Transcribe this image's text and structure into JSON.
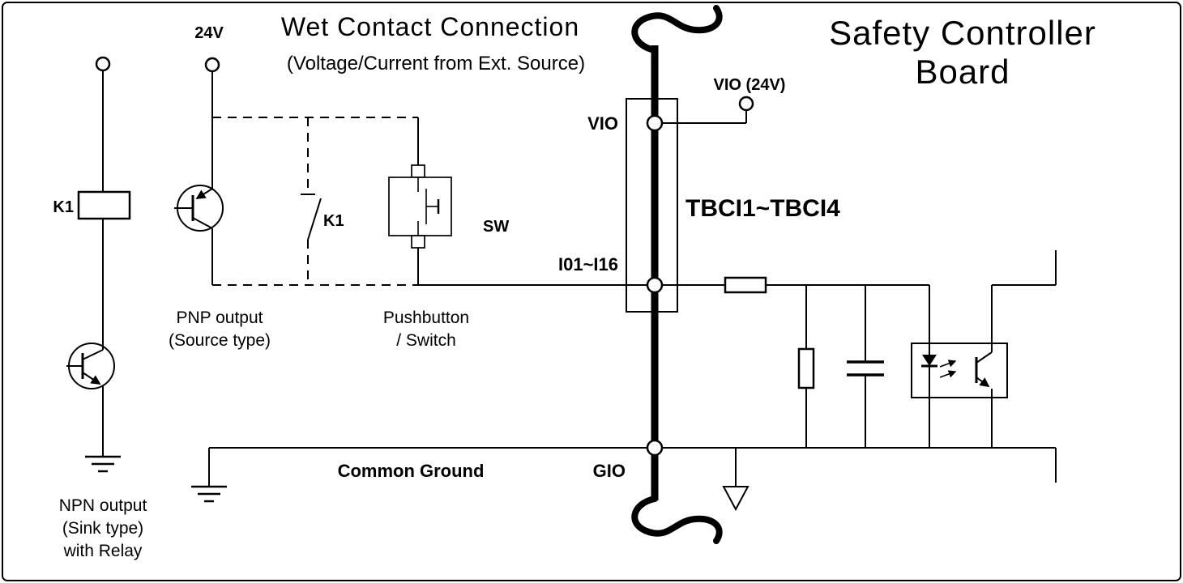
{
  "diagram": {
    "title": "Wet Contact Connection",
    "subtitle": "(Voltage/Current from Ext. Source)",
    "board_title": [
      "Safety Controller",
      "Board"
    ],
    "supply_label": "24V",
    "relay_coil_label": "K1",
    "relay_contact_label": "K1",
    "switch_label": "SW",
    "terminal_block": {
      "vio_label": "VIO",
      "input_range_label": "I01~I16",
      "block_label": "TBCI1~TBCI4",
      "ground_label": "GIO",
      "vio_external_label": "VIO (24V)"
    },
    "common_ground_label": "Common Ground",
    "captions": {
      "pnp": [
        "PNP output",
        "(Source type)"
      ],
      "pushbutton": [
        "Pushbutton",
        "/ Switch"
      ],
      "npn": [
        "NPN output",
        "(Sink type)",
        "with Relay"
      ]
    },
    "colors": {
      "line": "#000000",
      "background": "#ffffff"
    }
  }
}
